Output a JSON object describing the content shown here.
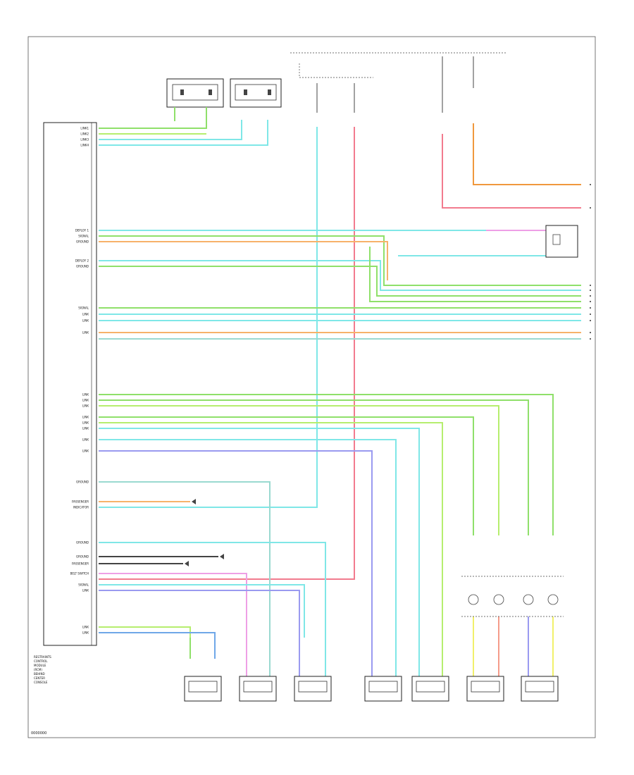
{
  "diagram": {
    "ref_code": "0000000",
    "module": {
      "label_lines": [
        "RESTRAINTS",
        "CONTROL",
        "MODULE",
        "(RCM)",
        "BEHIND",
        "CENTER",
        "CONSOLE"
      ],
      "pin_labels": {
        "1": "LINK1",
        "2": "LINK2",
        "3": "LINK3",
        "4": "LINK4",
        "10": "DEPLOY 1",
        "11": "SIGNAL",
        "12": "GROUND",
        "14": "DEPLOY 2",
        "15": "GROUND",
        "19": "SIGNAL",
        "20": "LINK",
        "21": "LINK",
        "22": "LINK",
        "29": "LINK",
        "30": "LINK",
        "31": "LINK",
        "32": "LINK",
        "33": "LINK",
        "34": "LINK",
        "35": "LINK",
        "36": "LINK",
        "39": "GROUND",
        "41": "PASSENGER",
        "42": "INDICATOR",
        "46": "GROUND",
        "48": "GROUND",
        "49": "PASSENGER",
        "50": "BELT SWITCH",
        "51": "SIGNAL",
        "52": "LINK",
        "58": "LINK",
        "59": "LINK"
      }
    },
    "colors": {
      "cyan": "#7fe7e7",
      "green": "#8fe06a",
      "lime": "#b6ee6e",
      "teal": "#9ad9d0",
      "orange": "#f7b26a",
      "red": "#f27b8e",
      "pink": "#ee9fe6",
      "violet": "#9a9af0",
      "blue": "#6fa7e8",
      "yellow": "#f1f06a",
      "salmon": "#f59b8a",
      "darkorange": "#f0983d",
      "gray": "#888888"
    }
  }
}
